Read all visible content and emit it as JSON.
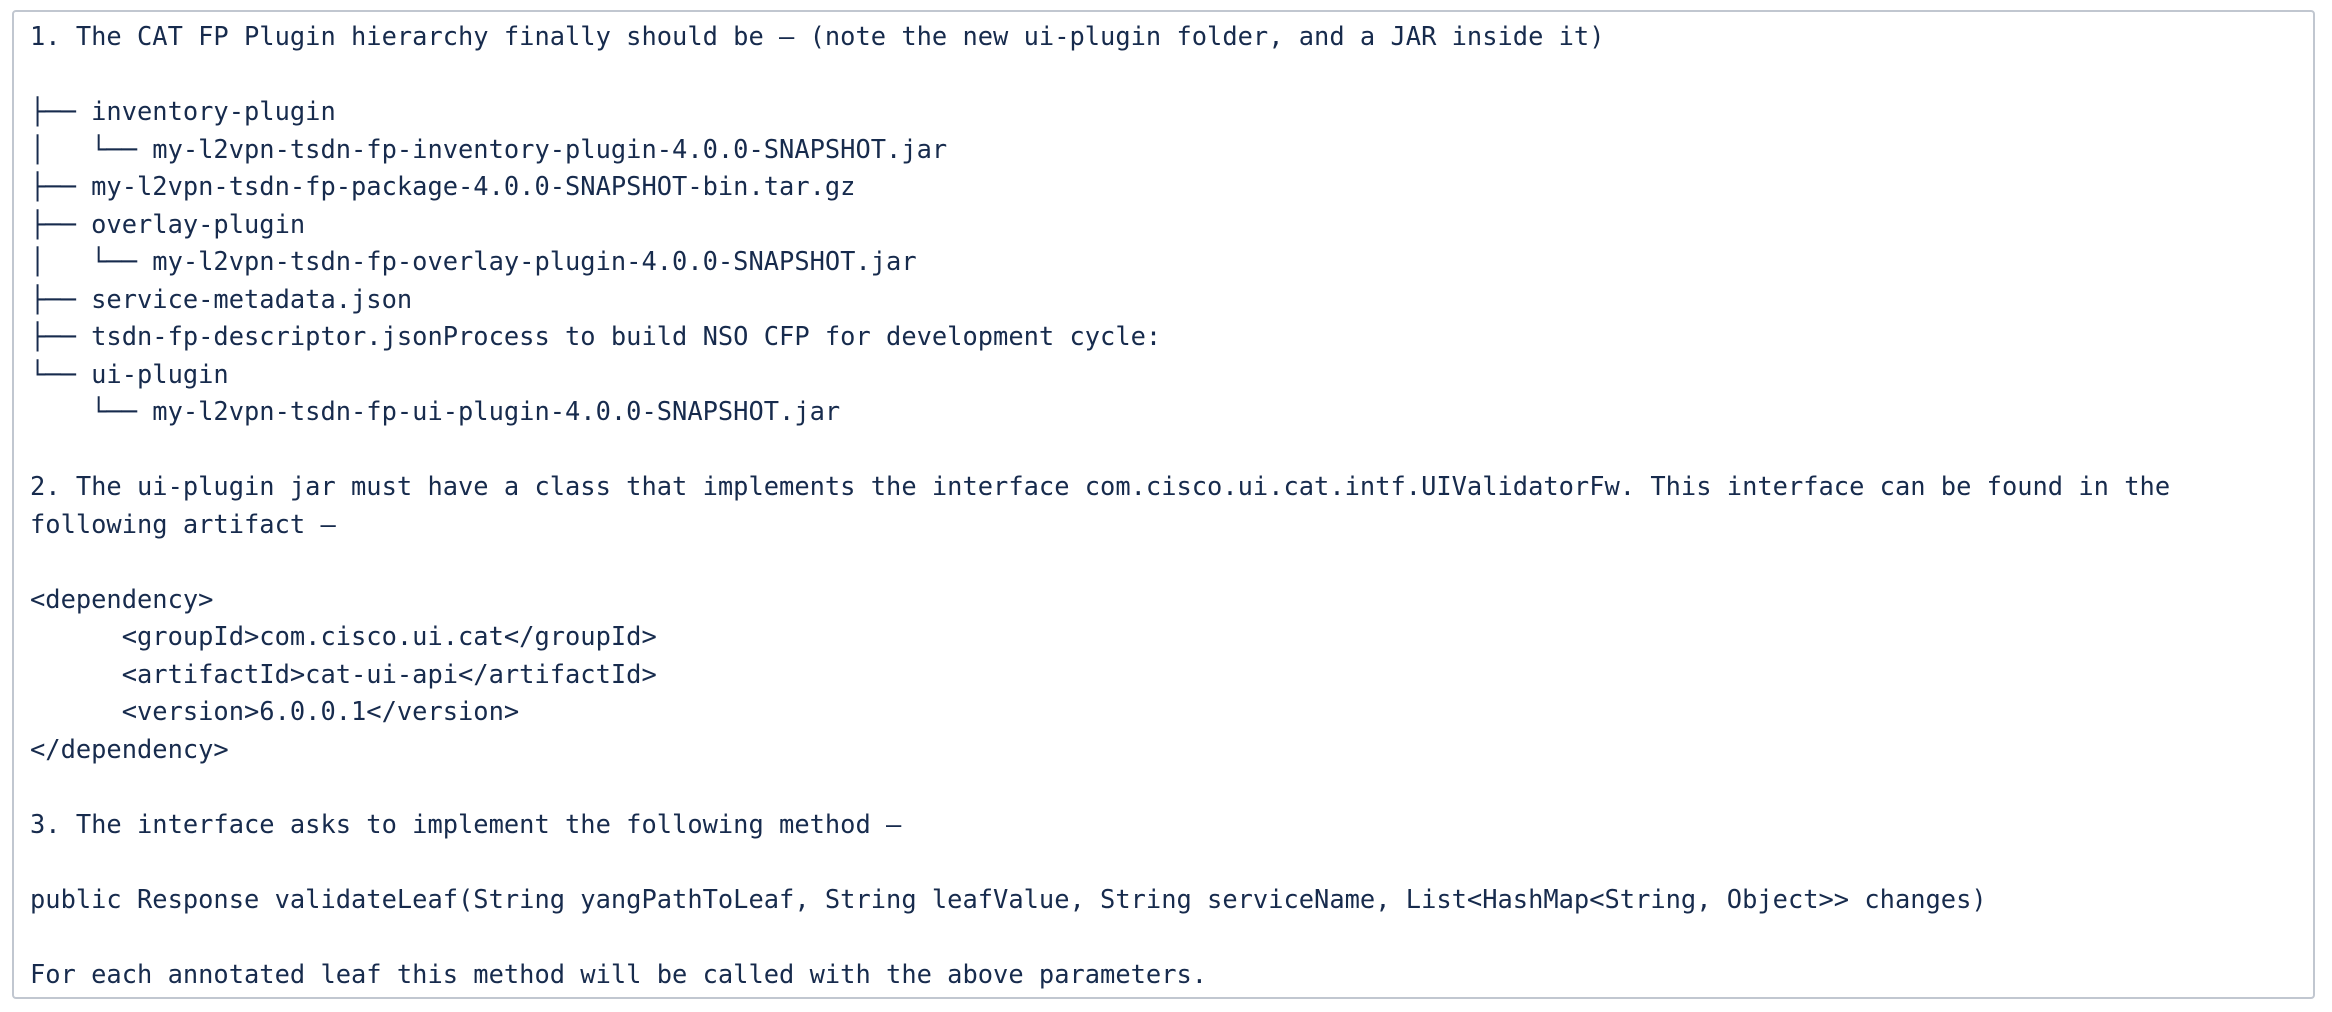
{
  "theme": {
    "text_color": "#172b4d",
    "border_color": "#c1c7d0",
    "background": "#ffffff"
  },
  "document": {
    "step1": {
      "text": "1. The CAT FP Plugin hierarchy finally should be – (note the new ui-plugin folder, and a JAR inside it)"
    },
    "file_tree": {
      "lines": [
        "├── inventory-plugin",
        "│   └── my-l2vpn-tsdn-fp-inventory-plugin-4.0.0-SNAPSHOT.jar",
        "├── my-l2vpn-tsdn-fp-package-4.0.0-SNAPSHOT-bin.tar.gz",
        "├── overlay-plugin",
        "│   └── my-l2vpn-tsdn-fp-overlay-plugin-4.0.0-SNAPSHOT.jar",
        "├── service-metadata.json",
        "├── tsdn-fp-descriptor.jsonProcess to build NSO CFP for development cycle:",
        "└── ui-plugin",
        "    └── my-l2vpn-tsdn-fp-ui-plugin-4.0.0-SNAPSHOT.jar"
      ]
    },
    "step2": {
      "lines": [
        "2. The ui-plugin jar must have a class that implements the interface com.cisco.ui.cat.intf.UIValidatorFw. This interface can be found in the",
        "following artifact –"
      ]
    },
    "dependency_xml": {
      "lines": [
        "<dependency>",
        "      <groupId>com.cisco.ui.cat</groupId>",
        "      <artifactId>cat-ui-api</artifactId>",
        "      <version>6.0.0.1</version>",
        "</dependency>"
      ]
    },
    "step3": {
      "text": "3. The interface asks to implement the following method –"
    },
    "method_signature": {
      "text": "public Response validateLeaf(String yangPathToLeaf, String leafValue, String serviceName, List<HashMap<String, Object>> changes)"
    },
    "closing": {
      "text": "For each annotated leaf this method will be called with the above parameters."
    }
  }
}
